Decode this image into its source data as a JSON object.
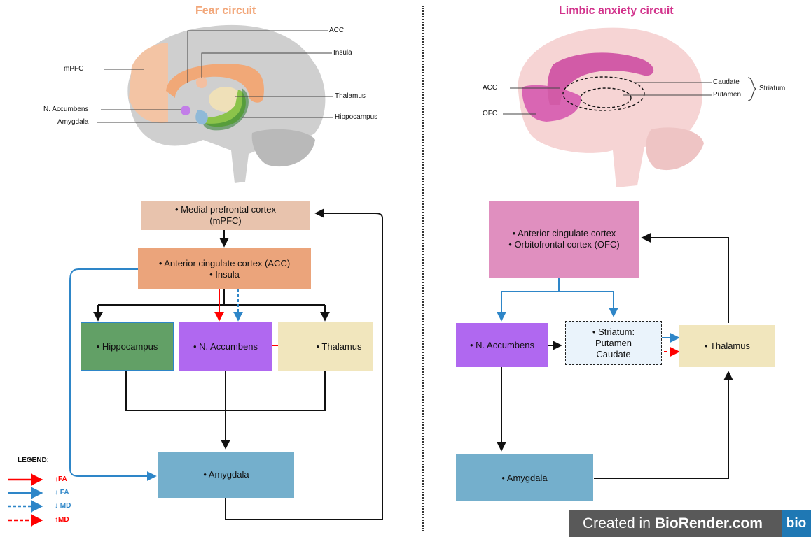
{
  "fear": {
    "title": "Fear circuit",
    "title_color": "#f2a77a",
    "brain_labels": [
      "ACC",
      "Insula",
      "mPFC",
      "Thalamus",
      "N. Accumbens",
      "Amygdala",
      "Hippocampus"
    ],
    "boxes": {
      "mpfc": [
        "• Medial prefrontal cortex",
        "(mPFC)"
      ],
      "acc": [
        "• Anterior cingulate cortex (ACC)",
        "• Insula"
      ],
      "hippocampus": [
        "• Hippocampus"
      ],
      "accumbens": [
        "• N. Accumbens"
      ],
      "thalamus": [
        "• Thalamus"
      ],
      "amygdala": [
        "• Amygdala"
      ]
    }
  },
  "limbic": {
    "title": "Limbic anxiety circuit",
    "title_color": "#d2338c",
    "brain_labels": [
      "Caudate",
      "Striatum",
      "ACC",
      "Putamen",
      "OFC"
    ],
    "boxes": {
      "acc_ofc": [
        "• Anterior cingulate cortex",
        "• Orbitofrontal cortex (OFC)"
      ],
      "accumbens": [
        "• N. Accumbens"
      ],
      "striatum": [
        "• Striatum:",
        "Putamen",
        "Caudate"
      ],
      "thalamus": [
        "• Thalamus"
      ],
      "amygdala": [
        "• Amygdala"
      ]
    }
  },
  "legend": {
    "title": "LEGEND:",
    "items": [
      "↑FA",
      "↓ FA",
      "↓ MD",
      "↑MD"
    ]
  },
  "colors": {
    "red": "#ff0000",
    "blue": "#2e86c8",
    "black": "#111111"
  },
  "watermark": {
    "prefix": "Created in",
    "brand": "BioRender.com",
    "logo": "bio"
  }
}
